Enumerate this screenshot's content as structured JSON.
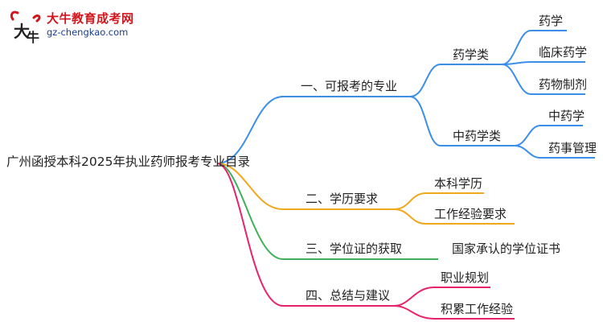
{
  "logo": {
    "title": "大牛教育成考网",
    "url": "gz-chengkao.com",
    "mark_text": "大牛"
  },
  "root": {
    "label": "广州函授本科2025年执业药师报考专业目录"
  },
  "branches": [
    {
      "label": "一、可报考的专业",
      "color": "#3c8fe8",
      "subs": [
        {
          "label": "药学类",
          "leaves": [
            "药学",
            "临床药学",
            "药物制剂"
          ]
        },
        {
          "label": "中药学类",
          "leaves": [
            "中药学",
            "药事管理"
          ]
        }
      ]
    },
    {
      "label": "二、学历要求",
      "color": "#f0a81e",
      "leaves": [
        "本科学历",
        "工作经验要求"
      ]
    },
    {
      "label": "三、学位证的获取",
      "color": "#3fb05a",
      "leaves": [
        "国家承认的学位证书"
      ]
    },
    {
      "label": "四、总结与建议",
      "color": "#e8236c",
      "leaves": [
        "职业规划",
        "积累工作经验"
      ]
    }
  ]
}
